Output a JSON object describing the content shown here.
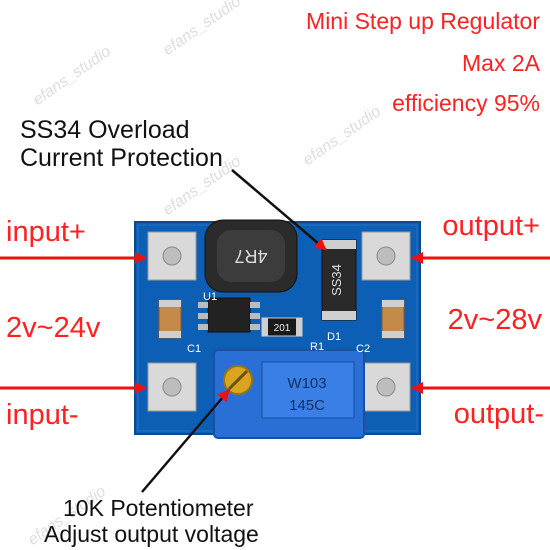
{
  "watermark": "efans_studio",
  "title": {
    "line1": "Mini Step up Regulator",
    "line2": "Max 2A",
    "line3": "efficiency 95%"
  },
  "callouts": {
    "diode_line1": "SS34 Overload",
    "diode_line2": "Current Protection",
    "input_plus": "input+",
    "output_plus": "output+",
    "input_range": "2v~24v",
    "output_range": "2v~28v",
    "input_minus": "input-",
    "output_minus": "output-",
    "pot_line1": "10K Potentiometer",
    "pot_line2": "Adjust output voltage"
  },
  "board_markings": {
    "inductor": "4R7",
    "diode": "SS34",
    "resistor": "201",
    "pot_line1": "W103",
    "pot_line2": "145C",
    "u1": "U1",
    "c1": "C1",
    "c2": "C2",
    "r1": "R1",
    "d1": "D1"
  },
  "colors": {
    "pcb": "#0d5fb5",
    "text_red": "#ff2020",
    "arrow": "#ee1111",
    "pot_body": "#2a6fd6"
  }
}
